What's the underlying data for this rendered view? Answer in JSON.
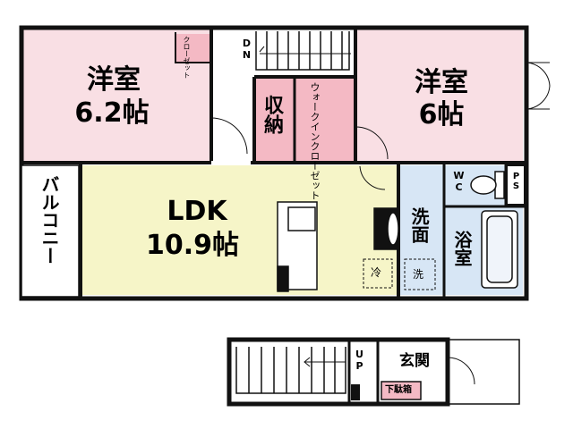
{
  "rooms": {
    "western_left": {
      "name": "洋室",
      "size": "6.2帖"
    },
    "western_right": {
      "name": "洋室",
      "size": "6帖"
    },
    "ldk": {
      "name": "LDK",
      "size": "10.9帖"
    },
    "storage": "収納",
    "walk_in_closet": "ウォークインクローゼット",
    "closet_small": "クローゼット",
    "balcony": "バルコニー",
    "washroom": "洗面",
    "bath": "浴室",
    "wc": "WC",
    "ps": "PS",
    "refrigerator": "冷",
    "washer": "洗",
    "entrance": "玄関",
    "shoe_box": "下駄箱"
  },
  "stairs": {
    "down": "DN",
    "up": "UP"
  },
  "colors": {
    "western": "#f9dfe4",
    "ldk": "#f6f5c8",
    "storage": "#f4b9c4",
    "wet": "#d7e6f5",
    "wall": "#111111"
  }
}
